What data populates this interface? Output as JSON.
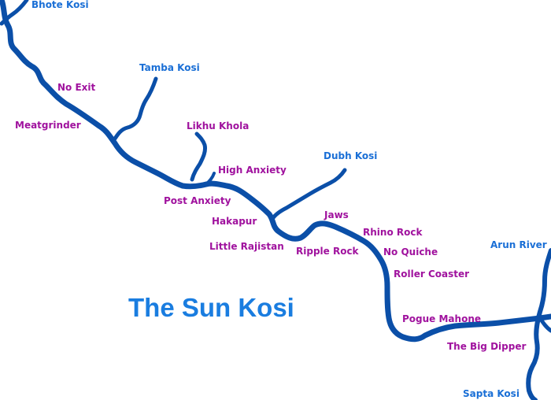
{
  "title": "The Sun Kosi",
  "colors": {
    "river": "#0b4fa8",
    "river_label": "#1a6fd6",
    "rapid_label": "#a0129e",
    "title": "#1a7de0",
    "background": "#ffffff"
  },
  "rivers": {
    "bhote_kosi": "Bhote Kosi",
    "tamba_kosi": "Tamba Kosi",
    "likhu_khola": "Likhu Khola",
    "dubh_kosi": "Dubh Kosi",
    "arun_river": "Arun River",
    "sapta_kosi": "Sapta Kosi"
  },
  "rapids": {
    "no_exit": "No Exit",
    "meatgrinder": "Meatgrinder",
    "high_anxiety": "High Anxiety",
    "post_anxiety": "Post Anxiety",
    "hakapur": "Hakapur",
    "little_rajistan": "Little Rajistan",
    "jaws": "Jaws",
    "rhino_rock": "Rhino Rock",
    "ripple_rock": "Ripple Rock",
    "no_quiche": "No Quiche",
    "roller_coaster": "Roller Coaster",
    "pogue_mahone": "Pogue Mahone",
    "the_big_dipper": "The Big Dipper"
  }
}
